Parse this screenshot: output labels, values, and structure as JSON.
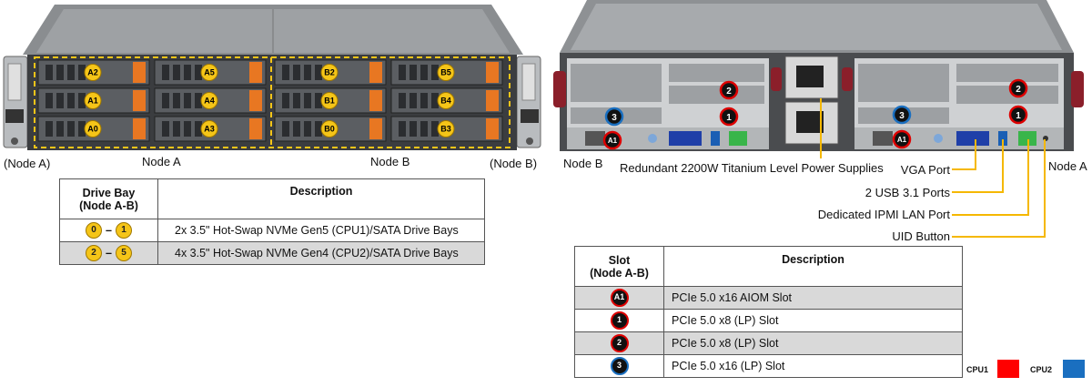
{
  "front": {
    "bays": [
      {
        "id": "A2",
        "row": 0,
        "col": 0
      },
      {
        "id": "A5",
        "row": 0,
        "col": 1
      },
      {
        "id": "B2",
        "row": 0,
        "col": 2
      },
      {
        "id": "B5",
        "row": 0,
        "col": 3
      },
      {
        "id": "A1",
        "row": 1,
        "col": 0
      },
      {
        "id": "A4",
        "row": 1,
        "col": 1
      },
      {
        "id": "B1",
        "row": 1,
        "col": 2
      },
      {
        "id": "B4",
        "row": 1,
        "col": 3
      },
      {
        "id": "A0",
        "row": 2,
        "col": 0
      },
      {
        "id": "A3",
        "row": 2,
        "col": 1
      },
      {
        "id": "B0",
        "row": 2,
        "col": 2
      },
      {
        "id": "B3",
        "row": 2,
        "col": 3
      }
    ],
    "label_left_outer": "(Node A)",
    "label_node_a": "Node A",
    "label_node_b": "Node B",
    "label_right_outer": "(Node B)"
  },
  "drive_table": {
    "header_col1": "Drive Bay\n(Node A-B)",
    "header_col2": "Description",
    "rows": [
      {
        "from": "0",
        "to": "1",
        "desc": "2x 3.5\" Hot-Swap NVMe Gen5 (CPU1)/SATA Drive Bays"
      },
      {
        "from": "2",
        "to": "5",
        "desc": "4x 3.5\" Hot-Swap NVMe Gen4 (CPU2)/SATA Drive Bays"
      }
    ]
  },
  "rear": {
    "label_node_b": "Node B",
    "label_power": "Redundant 2200W Titanium Level Power Supplies",
    "label_node_a": "Node A",
    "callouts": {
      "vga": "VGA Port",
      "usb": "2 USB 3.1 Ports",
      "ipmi": "Dedicated IPMI LAN Port",
      "uid": "UID Button"
    },
    "slot_badges": [
      "2",
      "1",
      "3",
      "A1"
    ]
  },
  "slot_table": {
    "header_col1": "Slot\n(Node A-B)",
    "header_col2": "Description",
    "rows": [
      {
        "slot": "A1",
        "cpu": "cpu1",
        "desc": "PCIe 5.0 x16 AIOM Slot"
      },
      {
        "slot": "1",
        "cpu": "cpu1",
        "desc": "PCIe 5.0 x8 (LP) Slot"
      },
      {
        "slot": "2",
        "cpu": "cpu1",
        "desc": "PCIe 5.0 x8 (LP) Slot"
      },
      {
        "slot": "3",
        "cpu": "cpu2",
        "desc": "PCIe 5.0 x16 (LP) Slot"
      }
    ]
  },
  "legend": {
    "cpu1_label": "CPU1",
    "cpu1_color": "#ff0000",
    "cpu2_label": "CPU2",
    "cpu2_color": "#1a6fc0"
  },
  "colors": {
    "drive_accent": "#e87722",
    "callout_line": "#f5b800"
  }
}
